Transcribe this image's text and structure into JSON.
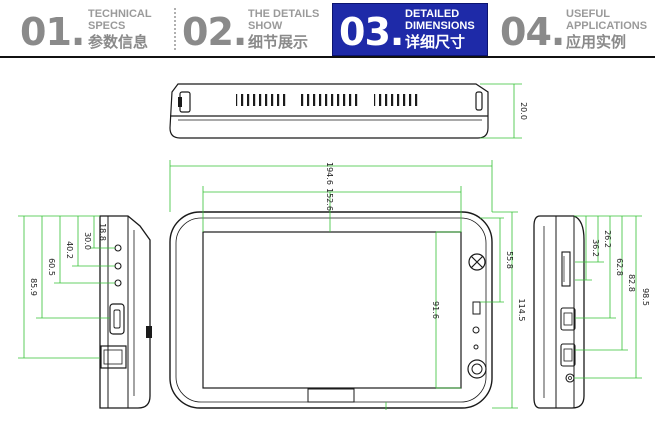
{
  "tabs": [
    {
      "num": "01.",
      "en": "TECHNICAL\nSPECS",
      "zh": "参数信息",
      "active": false
    },
    {
      "num": "02.",
      "en": "THE DETAILS\nSHOW",
      "zh": "细节展示",
      "active": false
    },
    {
      "num": "03.",
      "en": "DETAILED\nDIMENSIONS",
      "zh": "详细尺寸",
      "active": true
    },
    {
      "num": "04.",
      "en": "USEFUL\nAPPLICATIONS",
      "zh": "应用实例",
      "active": false
    }
  ],
  "dimensions": {
    "top_thickness": "20.0",
    "front_width_total": "194.6",
    "front_width_screen": "152.6",
    "front_height_total": "114.5",
    "front_height_screen": "91.6",
    "front_button_offset": "55.8",
    "left_total": "85.9",
    "left_d1": "60.5",
    "left_d2": "40.2",
    "left_d3": "30.0",
    "left_d4": "18.8",
    "right_total": "98.5",
    "right_d1": "82.8",
    "right_d2": "62.8",
    "right_d3": "26.2",
    "right_d4": "36.2"
  },
  "colors": {
    "dimension_line": "#35c235",
    "outline": "#1a1a1a",
    "active_tab": "#1e2aa8",
    "inactive_text": "#8a8a8a"
  }
}
